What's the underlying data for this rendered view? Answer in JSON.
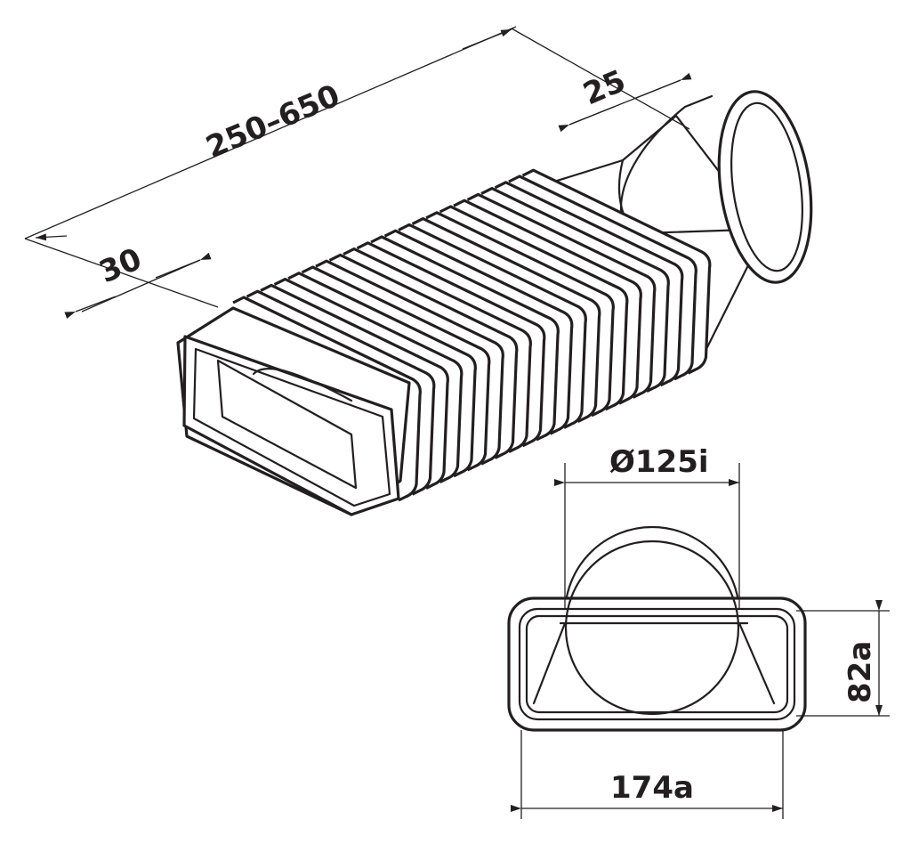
{
  "dimensions": {
    "length": "250–650",
    "rear_collar": "25",
    "front_collar": "30",
    "round_diameter": "Ø125i",
    "height": "82a",
    "width": "174a"
  },
  "colors": {
    "line": "#231f20",
    "background": "#ffffff"
  }
}
